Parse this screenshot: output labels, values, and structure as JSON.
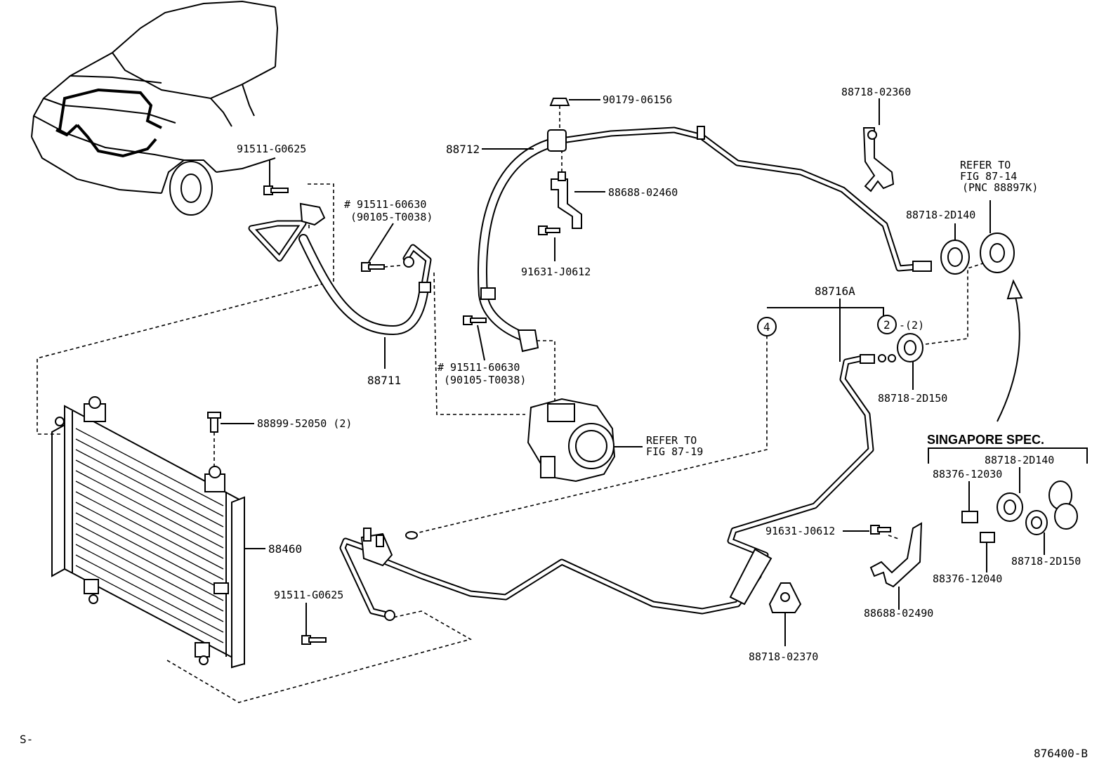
{
  "diagram": {
    "footer_left": "S-",
    "footer_right": "876400-B",
    "region_header": "SINGAPORE SPEC.",
    "labels": {
      "p90179": "90179-06156",
      "p88718_02360": "88718-02360",
      "p88712": "88712",
      "p88688_02460": "88688-02460",
      "p91511_g0625_top": "91511-G0625",
      "p91511_60630_a": "# 91511-60630",
      "p90105_a": "(90105-T0038)",
      "p91631_j0612_top": "91631-J0612",
      "refer_87_14_l1": "REFER TO",
      "refer_87_14_l2": "FIG 87-14",
      "refer_87_14_l3": "(PNC 88897K)",
      "p88718_2d140_top": "88718-2D140",
      "p88716a": "88716A",
      "marker_4": "4",
      "marker_2": "2",
      "marker_2_qty": "-(2)",
      "p88711": "88711",
      "p91511_60630_b": "# 91511-60630",
      "p90105_b": "(90105-T0038)",
      "p88718_2d150_top": "88718-2D150",
      "p88899": "88899-52050 (2)",
      "refer_87_19_l1": "REFER TO",
      "refer_87_19_l2": "FIG 87-19",
      "p88718_2d140_sg": "88718-2D140",
      "p88376_12030": "88376-12030",
      "p88460": "88460",
      "p91631_j0612_bot": "91631-J0612",
      "p88718_2d150_sg": "88718-2D150",
      "p88376_12040": "88376-12040",
      "p91511_g0625_bot": "91511-G0625",
      "p88688_02490": "88688-02490",
      "p88718_02370": "88718-02370"
    }
  }
}
